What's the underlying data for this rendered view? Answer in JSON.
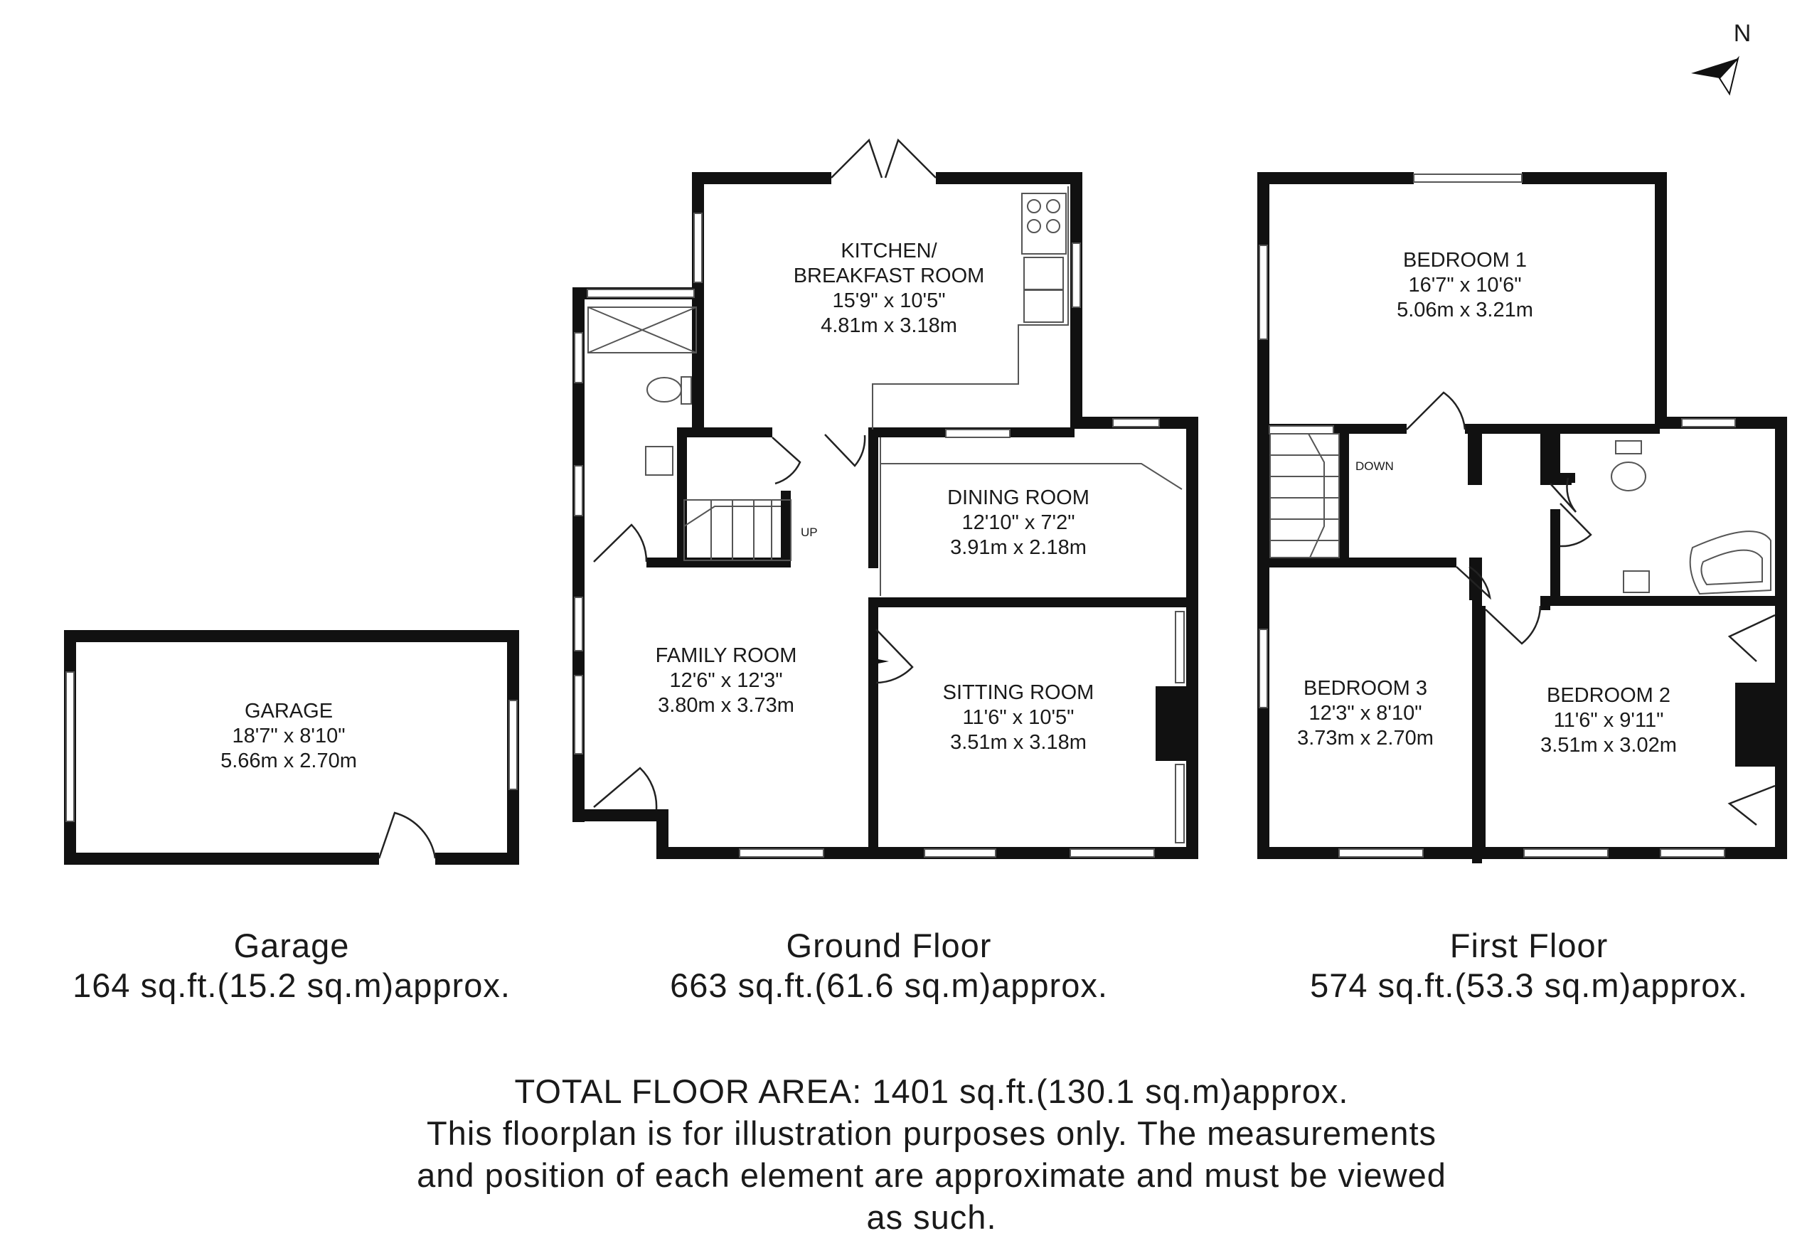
{
  "compass": {
    "label": "N",
    "icon": "north-arrow-icon"
  },
  "rooms": {
    "kitchen": {
      "line1": "KITCHEN/",
      "line2": "BREAKFAST ROOM",
      "imperial": "15'9\" x 10'5\"",
      "metric": "4.81m x 3.18m"
    },
    "dining": {
      "name": "DINING ROOM",
      "imperial": "12'10\" x 7'2\"",
      "metric": "3.91m x 2.18m"
    },
    "family": {
      "name": "FAMILY ROOM",
      "imperial": "12'6\" x 12'3\"",
      "metric": "3.80m x 3.73m"
    },
    "sitting": {
      "name": "SITTING ROOM",
      "imperial": "11'6\" x 10'5\"",
      "metric": "3.51m x 3.18m"
    },
    "garage": {
      "name": "GARAGE",
      "imperial": "18'7\" x 8'10\"",
      "metric": "5.66m x 2.70m"
    },
    "bedroom1": {
      "name": "BEDROOM 1",
      "imperial": "16'7\" x 10'6\"",
      "metric": "5.06m x 3.21m"
    },
    "bedroom2": {
      "name": "BEDROOM 2",
      "imperial": "11'6\" x 9'11\"",
      "metric": "3.51m x 3.02m"
    },
    "bedroom3": {
      "name": "BEDROOM 3",
      "imperial": "12'3\" x 8'10\"",
      "metric": "3.73m x 2.70m"
    }
  },
  "stairs": {
    "ground": "UP",
    "first": "DOWN"
  },
  "captions": {
    "garage": {
      "title": "Garage",
      "area": "164 sq.ft.(15.2 sq.m)approx."
    },
    "ground": {
      "title": "Ground Floor",
      "area": "663 sq.ft.(61.6 sq.m)approx."
    },
    "first": {
      "title": "First Floor",
      "area": "574 sq.ft.(53.3 sq.m)approx."
    }
  },
  "footer": {
    "line1": "TOTAL FLOOR AREA: 1401 sq.ft.(130.1 sq.m)approx.",
    "line2": "This floorplan is for illustration purposes only. The measurements",
    "line3": "and position of each element are approximate and must be viewed",
    "line4": "as such."
  }
}
